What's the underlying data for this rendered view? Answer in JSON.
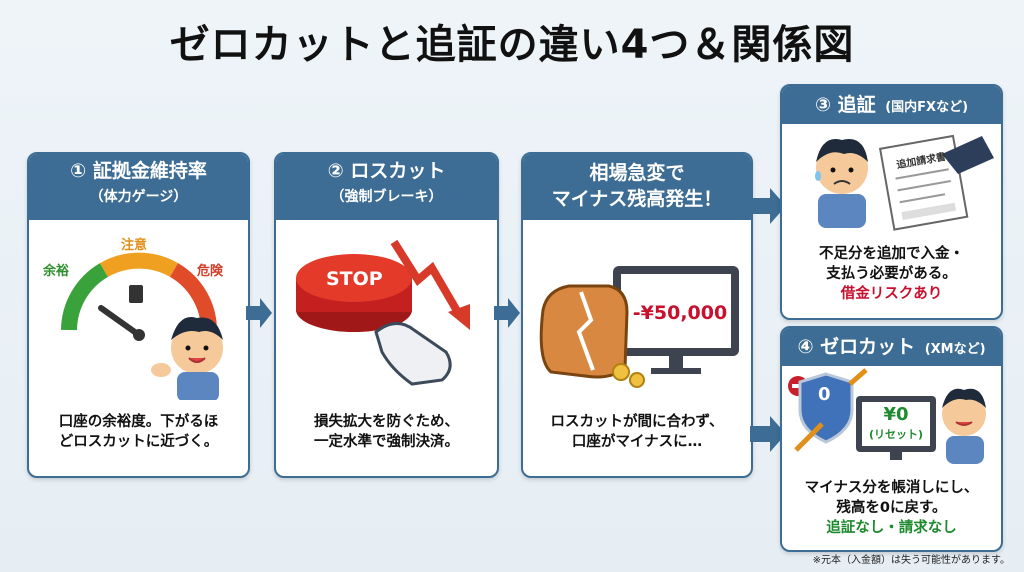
{
  "title": "ゼロカットと追証の違い4つ＆関係図",
  "card1": {
    "heading": "① 証拠金維持率",
    "subheading": "（体力ゲージ）",
    "gauge_labels": {
      "safe": "余裕",
      "caution": "注意",
      "danger": "危険"
    },
    "text_line1": "口座の余裕度。下がるほ",
    "text_line2": "どロスカットに近づく。"
  },
  "card2": {
    "heading": "② ロスカット",
    "subheading": "（強制ブレーキ）",
    "stop_label": "STOP",
    "text_line1": "損失拡大を防ぐため、",
    "text_line2": "一定水準で強制決済。"
  },
  "card3": {
    "heading_line1": "相場急変で",
    "heading_line2": "マイナス残高発生！",
    "monitor_value": "-¥50,000",
    "text_line1": "ロスカットが間に合わず、",
    "text_line2": "口座がマイナスに…"
  },
  "card4": {
    "heading": "③ 追証",
    "heading_small": "(国内FXなど)",
    "document_label": "追加請求書",
    "text_line1": "不足分を追加で入金・",
    "text_line2": "支払う必要がある。",
    "text_emphasis": "借金リスクあり"
  },
  "card5": {
    "heading": "④ ゼロカット",
    "heading_small": "(XMなど)",
    "shield_value": "0",
    "monitor_value": "¥0",
    "monitor_sub": "(リセット)",
    "text_line1": "マイナス分を帳消しにし、",
    "text_line2": "残高を0に戻す。",
    "text_emphasis": "追証なし・請求なし"
  },
  "footnote": "※元本（入金額）は失う可能性があります。",
  "colors": {
    "accent": "#3d6d94",
    "danger": "#c8102e",
    "safe": "#1e8a2e",
    "caution": "#f0a020"
  }
}
